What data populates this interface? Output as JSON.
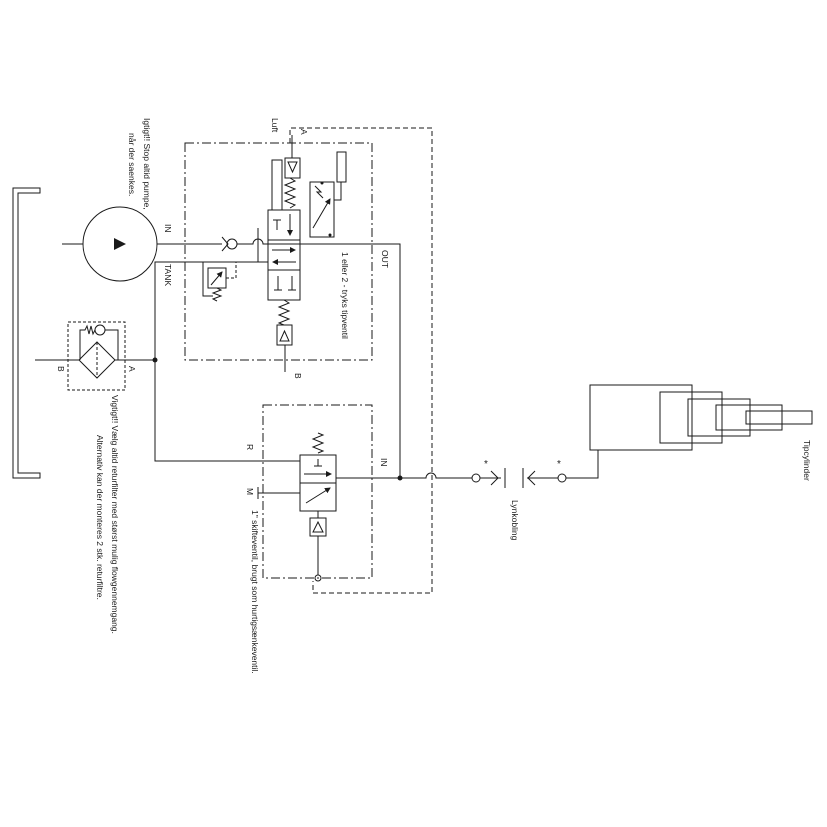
{
  "colors": {
    "line": "#1a1a1a",
    "background": "#ffffff"
  },
  "labels": {
    "pump_note_line1": "Igtigt!! Stop altid pumpe,",
    "pump_note_line2": "når der saenkes.",
    "luft": "Luft",
    "tipventil_port_a": "A",
    "tipventil_in": "IN",
    "tipventil_tank": "TANK",
    "tipventil_out": "OUT",
    "tipventil_caption": "1 eller 2 - tryks tipventil",
    "tipventil_port_b": "B",
    "filter_port_b": "B",
    "filter_port_a": "A",
    "filter_note_line1": "Vigtigt!! Vælg altid returfilter med størst mulig flowgennemgang.",
    "filter_note_line2": "Alternativ kan der monteres 2 stk. returfiltre.",
    "skifteventil_port_r": "R",
    "skifteventil_port_m": "M",
    "skifteventil_in": "IN",
    "skifteventil_caption": "1\" skifteventil, brugt som hurtigsænkeventil.",
    "coupling_mark_left": "*",
    "coupling_mark_right": "*",
    "lynkobling": "Lynkobling",
    "tipcylinder": "Tipcylinder"
  }
}
